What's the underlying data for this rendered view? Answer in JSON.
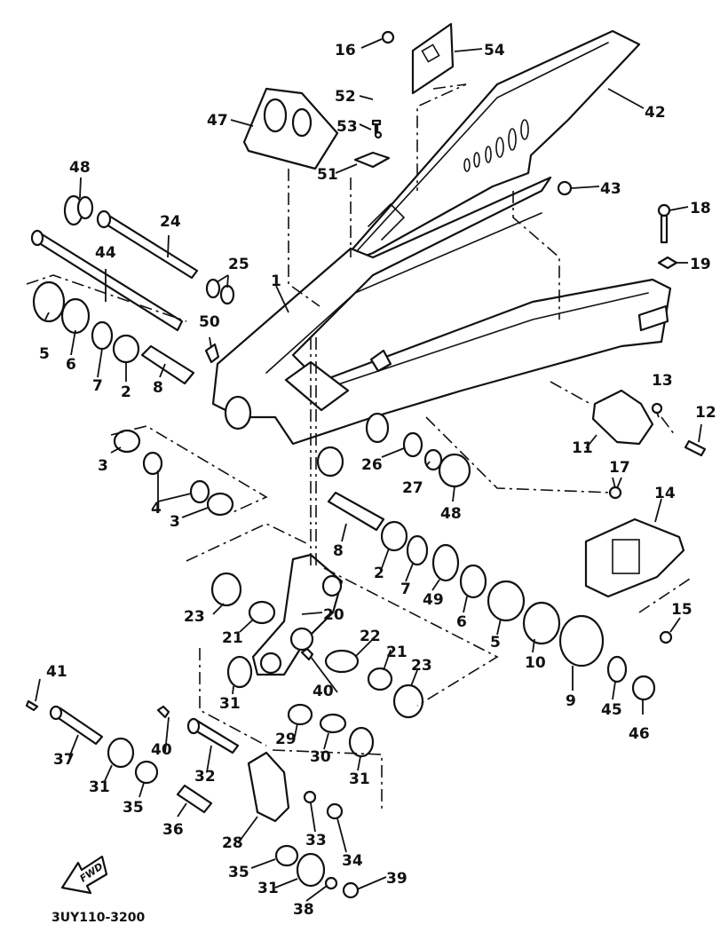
{
  "diagram": {
    "title": "Rear Arm (Swingarm) Exploded Parts Diagram",
    "figure_code": "3UY110-3200",
    "direction_marker": "FWD",
    "callouts": [
      {
        "id": "c16",
        "label": "16"
      },
      {
        "id": "c54",
        "label": "54"
      },
      {
        "id": "c42",
        "label": "42"
      },
      {
        "id": "c52",
        "label": "52"
      },
      {
        "id": "c47",
        "label": "47"
      },
      {
        "id": "c53",
        "label": "53"
      },
      {
        "id": "c51",
        "label": "51"
      },
      {
        "id": "c43",
        "label": "43"
      },
      {
        "id": "c48a",
        "label": "48"
      },
      {
        "id": "c24",
        "label": "24"
      },
      {
        "id": "c18",
        "label": "18"
      },
      {
        "id": "c44",
        "label": "44"
      },
      {
        "id": "c25",
        "label": "25"
      },
      {
        "id": "c19",
        "label": "19"
      },
      {
        "id": "c1",
        "label": "1"
      },
      {
        "id": "c50",
        "label": "50"
      },
      {
        "id": "c5a",
        "label": "5"
      },
      {
        "id": "c6a",
        "label": "6"
      },
      {
        "id": "c7a",
        "label": "7"
      },
      {
        "id": "c2a",
        "label": "2"
      },
      {
        "id": "c8a",
        "label": "8"
      },
      {
        "id": "c13",
        "label": "13"
      },
      {
        "id": "c12",
        "label": "12"
      },
      {
        "id": "c11",
        "label": "11"
      },
      {
        "id": "c3a",
        "label": "3"
      },
      {
        "id": "c26",
        "label": "26"
      },
      {
        "id": "c27",
        "label": "27"
      },
      {
        "id": "c4",
        "label": "4"
      },
      {
        "id": "c3b",
        "label": "3"
      },
      {
        "id": "c17",
        "label": "17"
      },
      {
        "id": "c14",
        "label": "14"
      },
      {
        "id": "c48b",
        "label": "48"
      },
      {
        "id": "c8b",
        "label": "8"
      },
      {
        "id": "c2b",
        "label": "2"
      },
      {
        "id": "c7b",
        "label": "7"
      },
      {
        "id": "c49",
        "label": "49"
      },
      {
        "id": "c6b",
        "label": "6"
      },
      {
        "id": "c5b",
        "label": "5"
      },
      {
        "id": "c23a",
        "label": "23"
      },
      {
        "id": "c20",
        "label": "20"
      },
      {
        "id": "c21a",
        "label": "21"
      },
      {
        "id": "c22",
        "label": "22"
      },
      {
        "id": "c21b",
        "label": "21"
      },
      {
        "id": "c15",
        "label": "15"
      },
      {
        "id": "c10",
        "label": "10"
      },
      {
        "id": "c9",
        "label": "9"
      },
      {
        "id": "c23b",
        "label": "23"
      },
      {
        "id": "c41",
        "label": "41"
      },
      {
        "id": "c31a",
        "label": "31"
      },
      {
        "id": "c40a",
        "label": "40"
      },
      {
        "id": "c45",
        "label": "45"
      },
      {
        "id": "c46",
        "label": "46"
      },
      {
        "id": "c37",
        "label": "37"
      },
      {
        "id": "c40b",
        "label": "40"
      },
      {
        "id": "c29",
        "label": "29"
      },
      {
        "id": "c30",
        "label": "30"
      },
      {
        "id": "c31b",
        "label": "31"
      },
      {
        "id": "c32",
        "label": "32"
      },
      {
        "id": "c31c",
        "label": "31"
      },
      {
        "id": "c35a",
        "label": "35"
      },
      {
        "id": "c36",
        "label": "36"
      },
      {
        "id": "c28",
        "label": "28"
      },
      {
        "id": "c33",
        "label": "33"
      },
      {
        "id": "c34",
        "label": "34"
      },
      {
        "id": "c35b",
        "label": "35"
      },
      {
        "id": "c39",
        "label": "39"
      },
      {
        "id": "c31d",
        "label": "31"
      },
      {
        "id": "c38",
        "label": "38"
      }
    ]
  }
}
